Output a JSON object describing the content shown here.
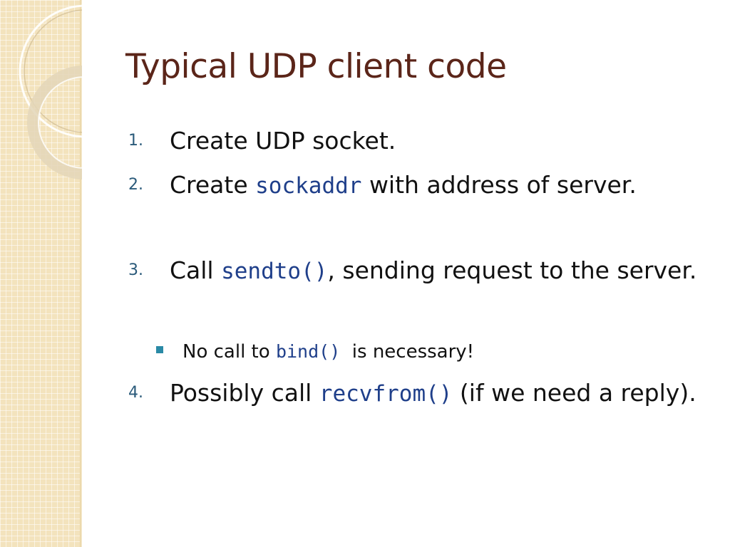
{
  "slide": {
    "title": "Typical UDP client code",
    "items": [
      {
        "number": "1.",
        "text": "Create UDP socket."
      },
      {
        "number": "2.",
        "before": "Create ",
        "code": "sockaddr",
        "after": " with address of server."
      },
      {
        "number": "3.",
        "before": "Call ",
        "code": "sendto()",
        "after": ", sending request to the server."
      },
      {
        "number": "4.",
        "before": "Possibly call ",
        "code": "recvfrom()",
        "after": " (if we need a reply)."
      }
    ],
    "subitem": {
      "before": "No call to ",
      "code": "bind()",
      "after": "  is necessary!"
    }
  },
  "theme": {
    "title_color": "#5b2519",
    "code_color": "#1f3f8a",
    "number_color": "#2a5a7a",
    "sidebar_color": "#f3e3bd",
    "bullet_color": "#2a8aa6"
  }
}
